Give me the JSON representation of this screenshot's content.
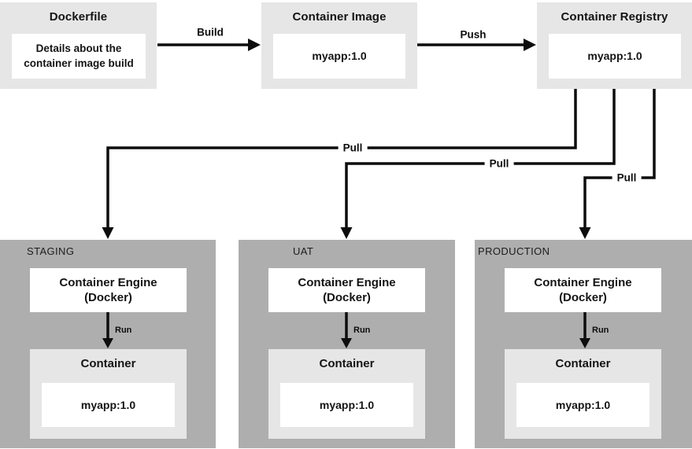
{
  "nodes": {
    "dockerfile": {
      "title": "Dockerfile",
      "detail_line1": "Details about the",
      "detail_line2": "container image build"
    },
    "container_image": {
      "title": "Container Image",
      "tag": "myapp:1.0"
    },
    "container_registry": {
      "title": "Container Registry",
      "tag": "myapp:1.0"
    }
  },
  "flow_labels": {
    "build": "Build",
    "push": "Push",
    "pull_staging": "Pull",
    "pull_uat": "Pull",
    "pull_production": "Pull"
  },
  "environments": [
    {
      "name": "STAGING",
      "engine_line1": "Container Engine",
      "engine_line2": "(Docker)",
      "run_label": "Run",
      "container_title": "Container",
      "tag": "myapp:1.0"
    },
    {
      "name": "UAT",
      "engine_line1": "Container Engine",
      "engine_line2": "(Docker)",
      "run_label": "Run",
      "container_title": "Container",
      "tag": "myapp:1.0"
    },
    {
      "name": "PRODUCTION",
      "engine_line1": "Container Engine",
      "engine_line2": "(Docker)",
      "run_label": "Run",
      "container_title": "Container",
      "tag": "myapp:1.0"
    }
  ],
  "colors": {
    "node_background": "#e6e6e6",
    "environment_background": "#aeaeae",
    "inner_box": "#ffffff",
    "line": "#0d0d0d",
    "text": "#141414"
  }
}
